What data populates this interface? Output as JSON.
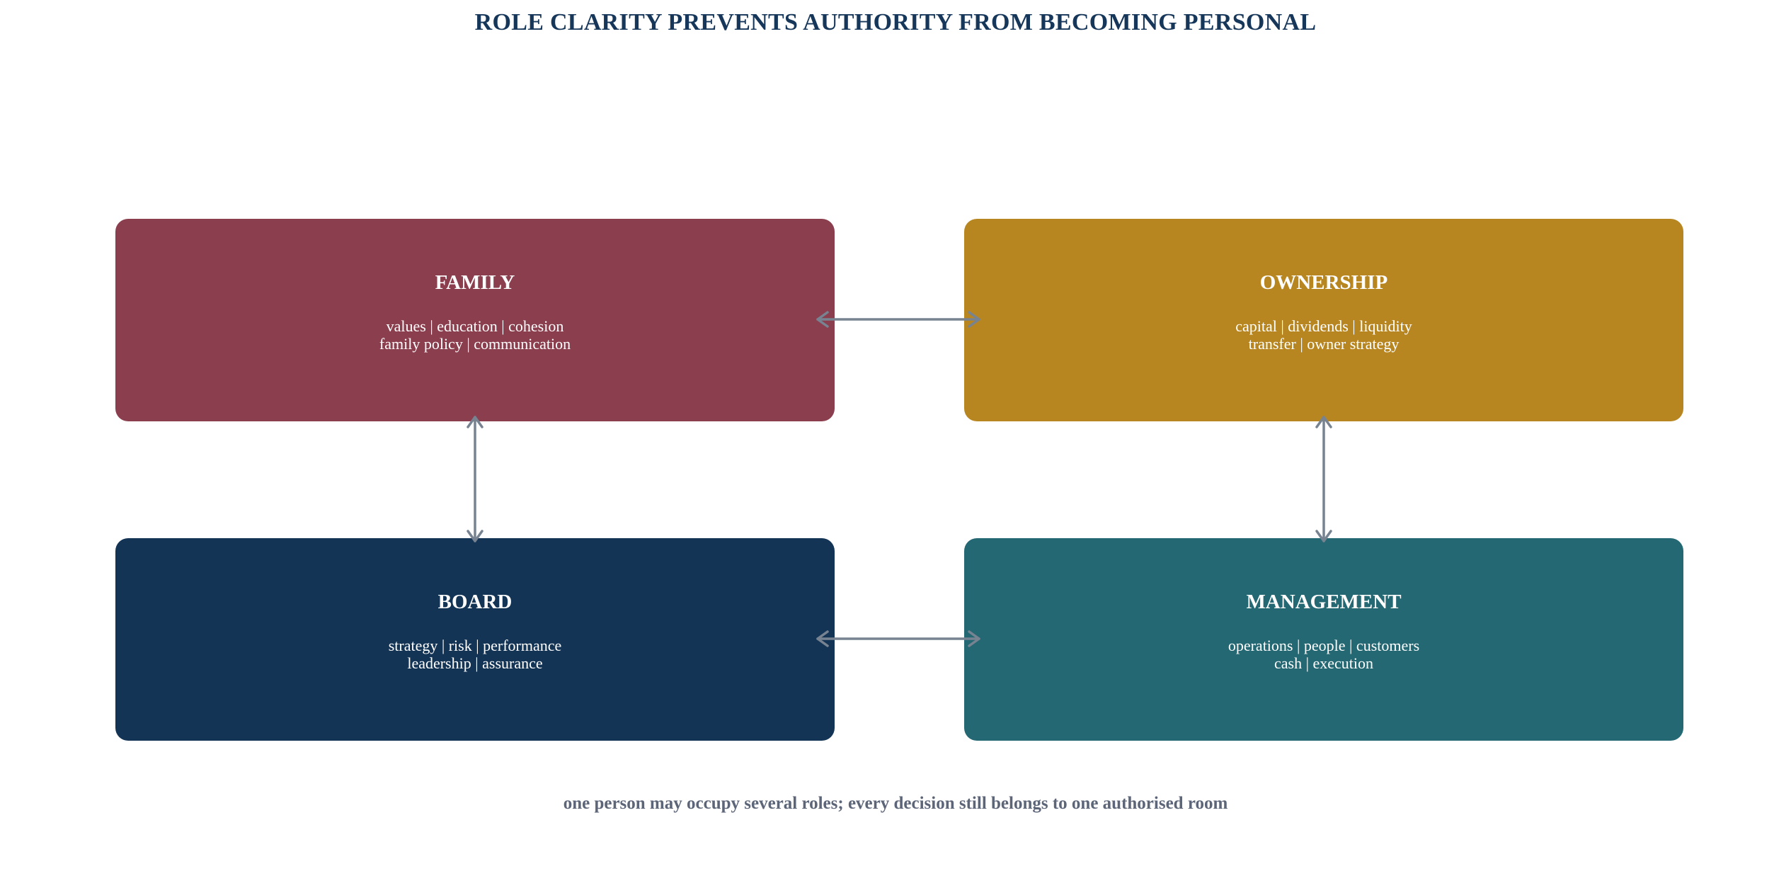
{
  "title": "ROLE CLARITY PREVENTS AUTHORITY FROM BECOMING PERSONAL",
  "colors": {
    "title": "#16365a",
    "family": "#8b3e4d",
    "ownership": "#b88620",
    "board": "#143456",
    "management": "#236873",
    "arrow": "#778391",
    "footnote": "#5d6679"
  },
  "boxes": {
    "family": {
      "title": "FAMILY",
      "line1": "values | education | cohesion",
      "line2": "family policy | communication"
    },
    "ownership": {
      "title": "OWNERSHIP",
      "line1": "capital | dividends | liquidity",
      "line2": "transfer | owner strategy"
    },
    "board": {
      "title": "BOARD",
      "line1": "strategy | risk | performance",
      "line2": "leadership | assurance"
    },
    "management": {
      "title": "MANAGEMENT",
      "line1": "operations | people | customers",
      "line2": "cash | execution"
    }
  },
  "connections": [
    {
      "from": "family",
      "to": "ownership",
      "type": "bidirectional"
    },
    {
      "from": "board",
      "to": "management",
      "type": "bidirectional"
    },
    {
      "from": "family",
      "to": "board",
      "type": "bidirectional"
    },
    {
      "from": "ownership",
      "to": "management",
      "type": "bidirectional"
    }
  ],
  "footnote": "one person may occupy several roles; every decision still belongs to one authorised room"
}
